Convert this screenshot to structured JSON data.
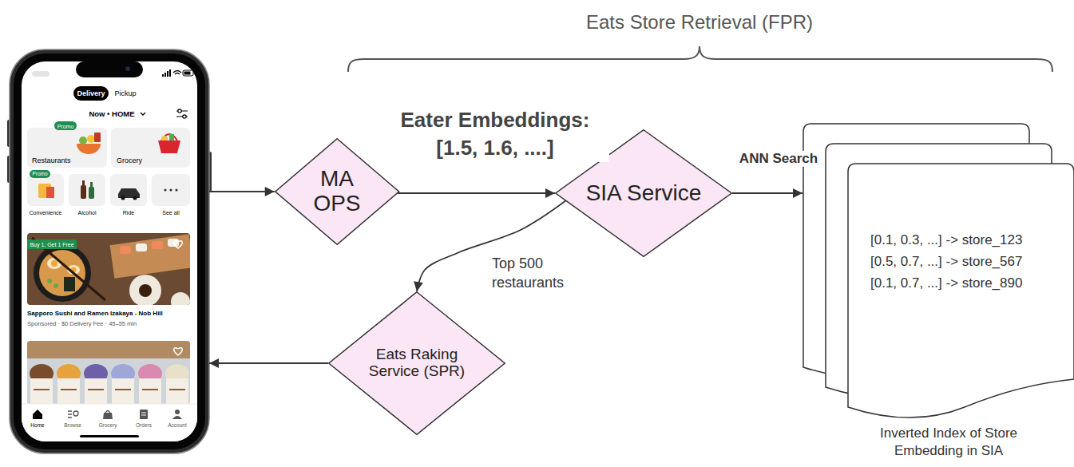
{
  "diagram": {
    "nodes": [
      {
        "text": [
          "Delivery",
          "Pickup",
          "Now • HOME",
          "Promo",
          "Restaurants",
          "Grocery",
          "Promo",
          "Convenience",
          "Alcohol",
          "Ride",
          "See all",
          "Buy 1, Get 1 Free",
          "Sapporo Sushi and Ramen Izakaya - Nob Hill",
          "Sponsored · $0 Delivery Fee · 45–55 min",
          "Home",
          "Browse",
          "Grocery",
          "Orders",
          "Account"
        ]
      },
      {
        "text": [
          "MA OPS"
        ]
      },
      {
        "text": [
          "SIA Service"
        ]
      },
      {
        "text": [
          "[0.1, 0.3, ...] -> store_123",
          "[0.5, 0.7, ...] -> store_567",
          "[0.1, 0.7, ...] -> store_890",
          "Inverted Index of Store Embedding in SIA"
        ]
      },
      {
        "text": [
          "Eats Raking Service (SPR)"
        ]
      }
    ],
    "edges": [
      {
        "from": 0,
        "to": 1,
        "arrow": "to"
      },
      {
        "from": 1,
        "to": 2,
        "label": "Eater Embeddings: [1.5, 1.6, ....]",
        "arrow": "to"
      },
      {
        "from": 2,
        "to": 3,
        "label": "ANN Search",
        "arrow": "to"
      },
      {
        "from": 2,
        "to": 4,
        "label": "Top 500 restaurants",
        "arrow": "to"
      },
      {
        "from": 4,
        "to": 0,
        "arrow": "to"
      }
    ],
    "labels": [
      "Eats Store Retrieval (FPR)"
    ]
  }
}
